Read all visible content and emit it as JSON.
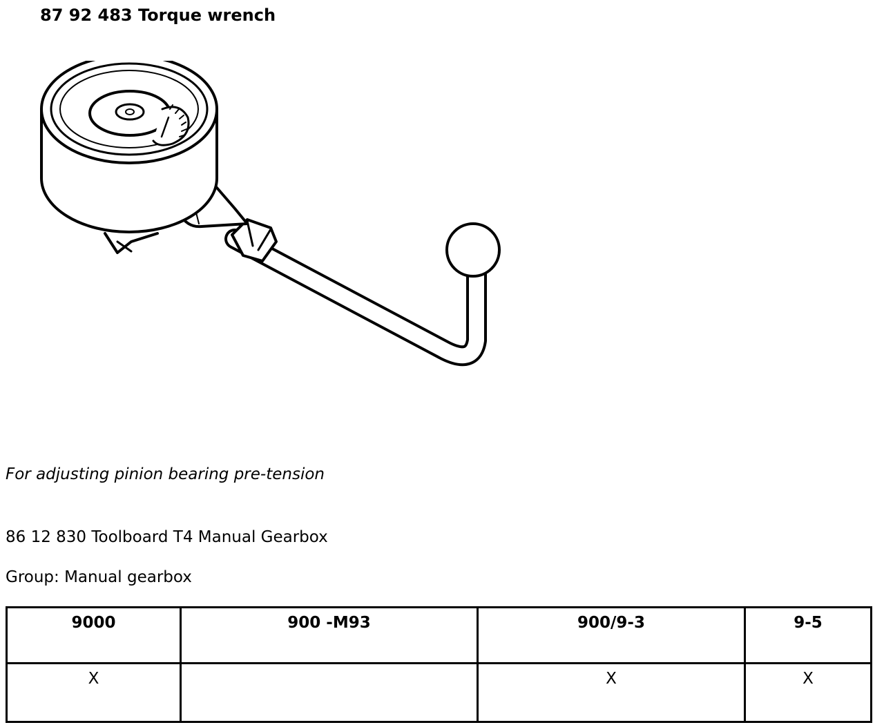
{
  "header": {
    "title": "87 92 483 Torque wrench"
  },
  "illustration": {
    "subject": "torque-wrench-drawing"
  },
  "description": {
    "usage": "For adjusting pinion bearing pre-tension",
    "toolboard": "86 12 830 Toolboard T4 Manual Gearbox",
    "group": "Group: Manual gearbox"
  },
  "models_table": {
    "headers": [
      "9000",
      "900 -M93",
      "900/9-3",
      "9-5"
    ],
    "row": [
      "X",
      "",
      "X",
      "X"
    ]
  }
}
